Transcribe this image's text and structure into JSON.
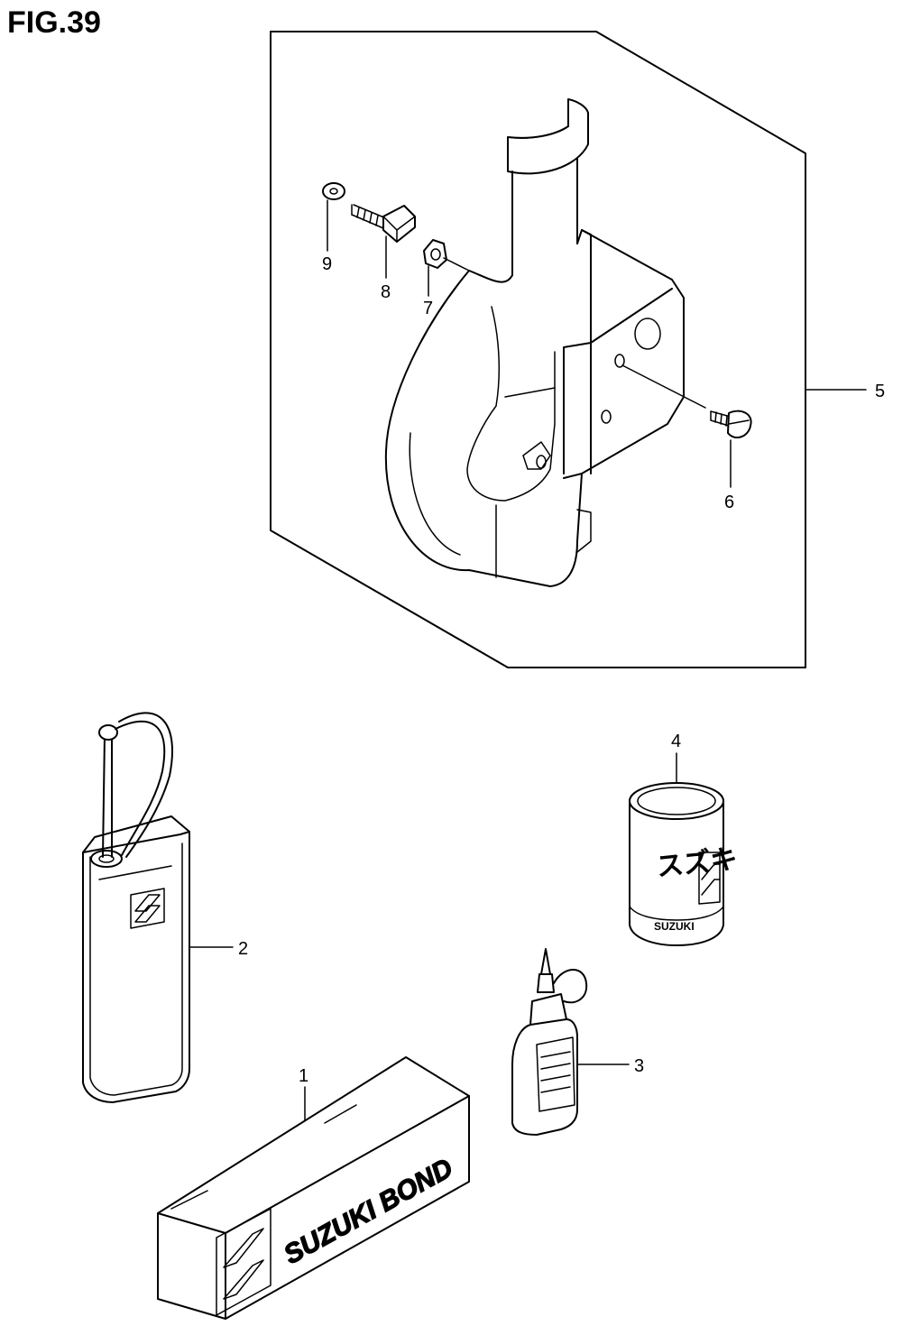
{
  "figure": {
    "title": "FIG.39"
  },
  "callouts": [
    "1",
    "2",
    "3",
    "4",
    "5",
    "6",
    "7",
    "8",
    "9"
  ],
  "product_labels": {
    "bond_box": "SUZUKI BOND",
    "can_katakana": "スズキ",
    "can_brand": "SUZUKI"
  }
}
